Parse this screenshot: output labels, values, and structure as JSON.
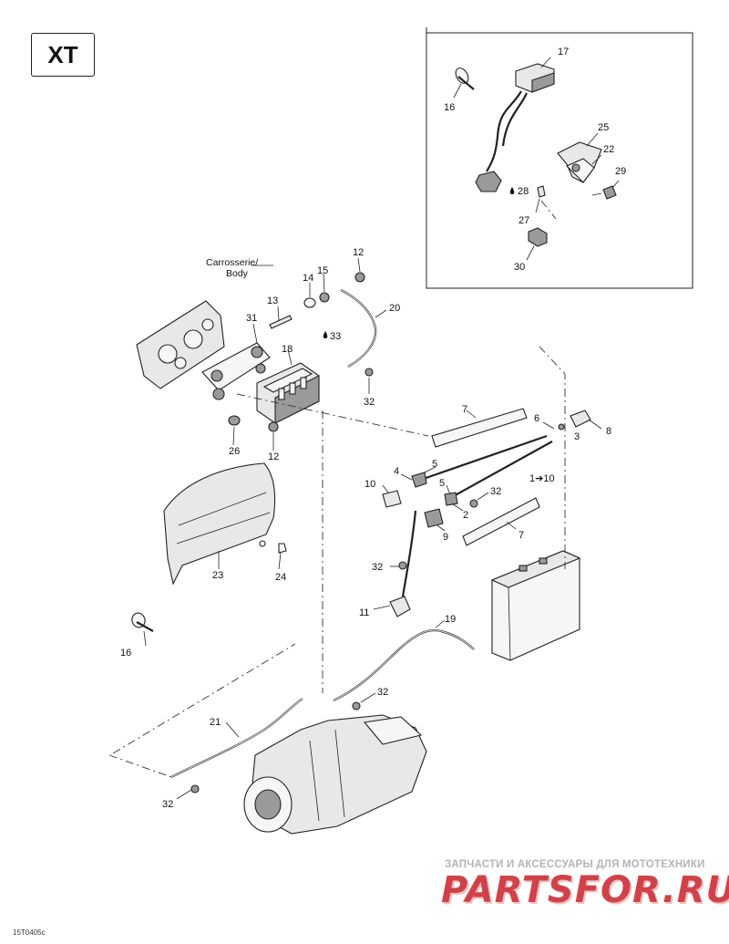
{
  "model_badge": "XT",
  "callouts": {
    "c17": "17",
    "c16a": "16",
    "c25": "25",
    "c22": "22",
    "c29": "29",
    "c28": "28",
    "c27": "27",
    "c30": "30",
    "c12a": "12",
    "c15": "15",
    "c14": "14",
    "c13": "13",
    "c20": "20",
    "c31": "31",
    "c18": "18",
    "c33": "33",
    "c32a": "32",
    "c26": "26",
    "c12b": "12",
    "c7a": "7",
    "c6": "6",
    "c3": "3",
    "c8": "8",
    "c4": "4",
    "c5a": "5",
    "c5b": "5",
    "c10": "10",
    "c32b": "32",
    "c2": "2",
    "c9": "9",
    "c7b": "7",
    "c23": "23",
    "c24": "24",
    "c32c": "32",
    "c11": "11",
    "c19": "19",
    "c16b": "16",
    "c21": "21",
    "c32d": "32",
    "c32e": "32"
  },
  "range_note": "1➔10",
  "carrosserie_line1": "Carrosserie/",
  "carrosserie_line2": "Body",
  "watermark_top": "ЗАПЧАСТИ И АКСЕССУАРЫ ДЛЯ МОТОТЕХНИКИ",
  "watermark_logo": "PARTSFOR.RU",
  "drawing_code": "15T0405c",
  "colors": {
    "line": "#222222",
    "watermark_red": "#c8222a",
    "watermark_grey": "#b3b3b3"
  }
}
